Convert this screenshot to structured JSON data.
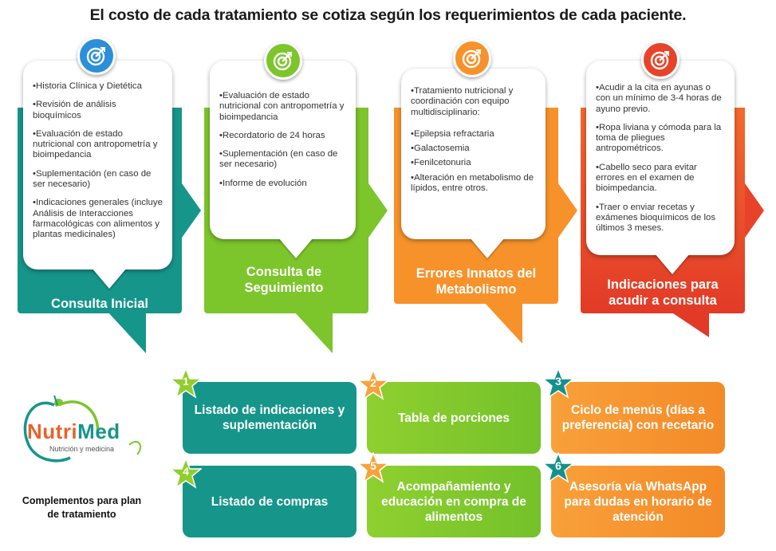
{
  "title": "El costo de cada tratamiento se cotiza según los requerimientos de cada paciente.",
  "panels": [
    {
      "label": "Consulta Inicial",
      "color": "#16958b",
      "icon": "target-icon",
      "items": [
        "•Historia Clínica y Dietética",
        "•Revisión de análisis bioquímicos",
        "•Evaluación de estado nutricional con antropometría y bioimpedancia",
        "•Suplementación (en caso de ser necesario)",
        "•Indicaciones generales (incluye Análisis de Interacciones farmacológicas con alimentos y plantas medicinales)"
      ]
    },
    {
      "label": "Consulta de Seguimiento",
      "color": "#7cc52b",
      "icon": "target-icon",
      "items": [
        "•Evaluación de estado nutricional con antropometría y bioimpedancia",
        "•Recordatorio de 24 horas",
        "•Suplementación (en caso de ser necesario)",
        "•Informe de evolución"
      ]
    },
    {
      "label": "Errores Innatos del Metabolismo",
      "color": "#f7922a",
      "icon": "target-icon",
      "items": [
        "•Tratamiento nutricional y coordinación con equipo multidisciplinario:",
        "•Epilepsia refractaria",
        "•Galactosemia",
        "•Fenilcetonuria",
        "•Alteración en metabolismo de lípidos, entre otros."
      ]
    },
    {
      "label": "Indicaciones para acudir a consulta",
      "color": "#e8432a",
      "icon": "target-icon",
      "items": [
        "•Acudir a la cita en ayunas o con un mínimo de 3-4 horas de ayuno previo.",
        "•Ropa liviana y cómoda para la toma de pliegues antropométricos.",
        "•Cabello seco para evitar errores en el examen de bioimpedancia.",
        "•Traer o enviar recetas y exámenes bioquímicos de los últimos 3 meses."
      ]
    }
  ],
  "complements": [
    {
      "num": "1",
      "label": "Listado de indicaciones y suplementación"
    },
    {
      "num": "2",
      "label": "Tabla de porciones"
    },
    {
      "num": "3",
      "label": "Ciclo de menús (días a preferencia) con recetario"
    },
    {
      "num": "4",
      "label": "Listado de compras"
    },
    {
      "num": "5",
      "label": "Acompañamiento y educación en compra de alimentos"
    },
    {
      "num": "6",
      "label": "Asesoría vía WhatsApp para dudas en horario de atención"
    }
  ],
  "logo": {
    "brand_left": "Nutri",
    "brand_right": "Med",
    "tagline": "Nutrición y medicina"
  },
  "complements_caption": "Complementos para plan de tratamiento",
  "colors": {
    "teal": "#16958b",
    "green": "#7cc52b",
    "orange": "#f7922a",
    "red": "#e8432a",
    "star_green": "#8fce2c",
    "star_orange": "#f7a23a",
    "star_teal": "#13918a"
  }
}
